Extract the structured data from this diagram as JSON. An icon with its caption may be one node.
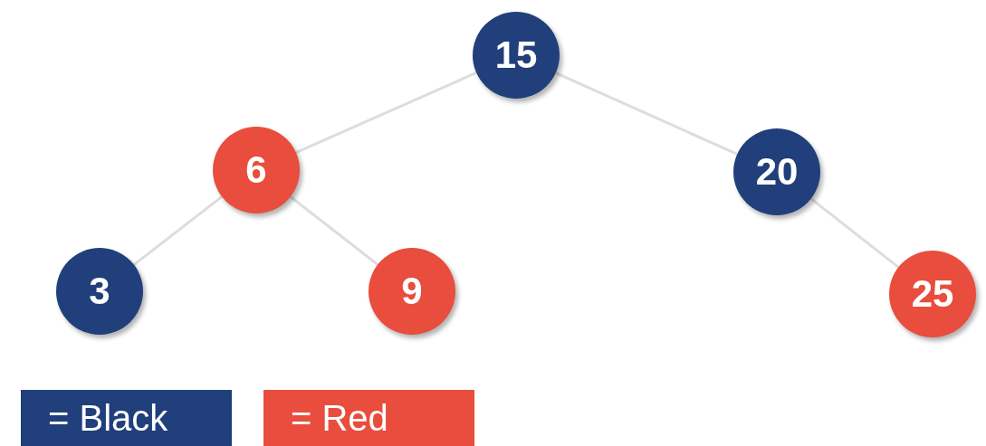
{
  "diagram": {
    "nodes": [
      {
        "text": [
          "15"
        ]
      },
      {
        "text": [
          "6"
        ]
      },
      {
        "text": [
          "20"
        ]
      },
      {
        "text": [
          "3"
        ]
      },
      {
        "text": [
          "9"
        ]
      },
      {
        "text": [
          "25"
        ]
      }
    ],
    "edges": [
      {
        "from": 0,
        "to": 1,
        "arrow": "none"
      },
      {
        "from": 0,
        "to": 2,
        "arrow": "none"
      },
      {
        "from": 1,
        "to": 3,
        "arrow": "none"
      },
      {
        "from": 1,
        "to": 4,
        "arrow": "none"
      },
      {
        "from": 2,
        "to": 5,
        "arrow": "none"
      }
    ],
    "legend": [
      {
        "text": "= Black",
        "color": "#203f7b"
      },
      {
        "text": "= Red",
        "color": "#e84d3d"
      }
    ]
  }
}
